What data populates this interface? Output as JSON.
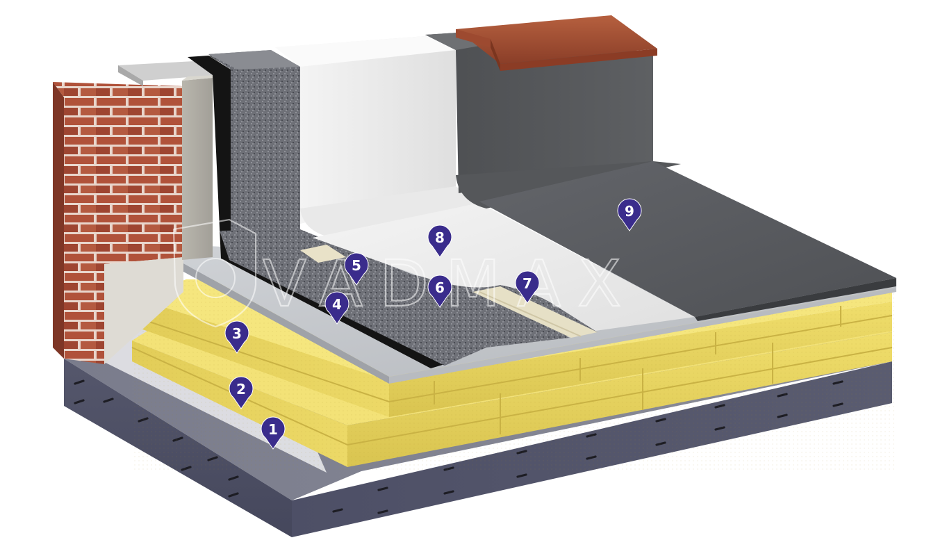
{
  "diagram": {
    "type": "roof-cross-section",
    "watermark": "VADMAX",
    "markers": [
      {
        "id": "1",
        "label": "1"
      },
      {
        "id": "2",
        "label": "2"
      },
      {
        "id": "3",
        "label": "3"
      },
      {
        "id": "4",
        "label": "4"
      },
      {
        "id": "5",
        "label": "5"
      },
      {
        "id": "6",
        "label": "6"
      },
      {
        "id": "7",
        "label": "7"
      },
      {
        "id": "8",
        "label": "8"
      },
      {
        "id": "9",
        "label": "9"
      }
    ],
    "colors": {
      "marker_fill": "#3a2c8c",
      "brick": "#a84a32",
      "concrete_slab": "#4a4d63",
      "insulation": "#e8d45a",
      "membrane_grey": "#5b5d60",
      "membrane_white": "#ececec",
      "coping": "#a75338"
    }
  }
}
